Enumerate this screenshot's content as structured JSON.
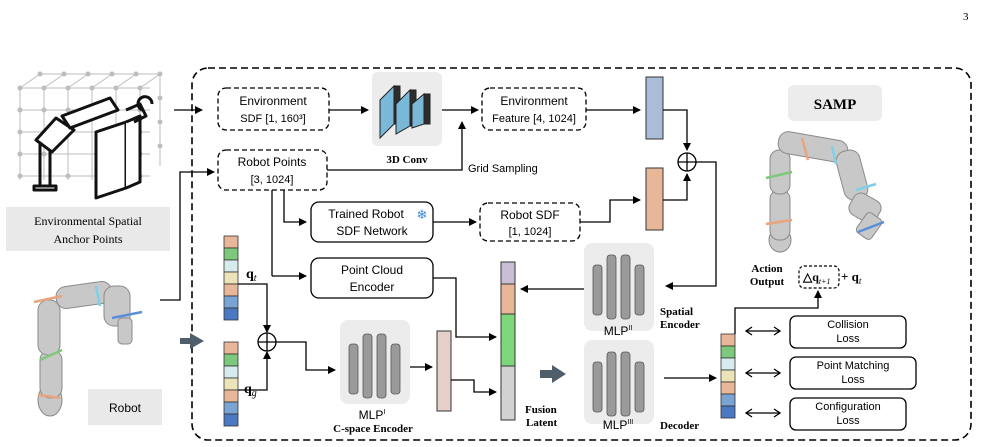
{
  "page_number": "3",
  "left_panel": {
    "anchor_caption_line1": "Environmental Spatial",
    "anchor_caption_line2": "Anchor Points",
    "robot_caption": "Robot"
  },
  "samp_title": "SAMP",
  "nodes": {
    "env_sdf_line1": "Environment",
    "env_sdf_line2": "SDF [1, 160³]",
    "conv3d": "3D Conv",
    "env_feature_line1": "Environment",
    "env_feature_line2": "Feature [4, 1024]",
    "robot_points_line1": "Robot Points",
    "robot_points_line2": "[3, 1024]",
    "grid_sampling": "Grid Sampling",
    "trained_sdf_line1": "Trained Robot",
    "trained_sdf_line2": "SDF Network",
    "robot_sdf_line1": "Robot SDF",
    "robot_sdf_line2": "[1, 1024]",
    "pc_encoder_line1": "Point Cloud",
    "pc_encoder_line2": "Encoder",
    "qt_symbol": "q",
    "qt_sub": "t",
    "qg_symbol": "q",
    "qg_sub": "g",
    "mlp_i": "MLP",
    "mlp_i_sup": "I",
    "cspace_encoder": "C-space Encoder",
    "fusion_line1": "Fusion",
    "fusion_line2": "Latent",
    "mlp_ii": "MLP",
    "mlp_ii_sup": "II",
    "spatial_line1": "Spatial",
    "spatial_line2": "Encoder",
    "mlp_iii": "MLP",
    "mlp_iii_sup": "III",
    "decoder": "Decoder",
    "action_line1": "Action",
    "action_line2": "Output",
    "delta_q": "△q",
    "delta_q_sub": "t+1",
    "plus_qt": "+ q",
    "plus_qt_sub": "t"
  },
  "losses": {
    "collision_line1": "Collision",
    "collision_line2": "Loss",
    "point_matching_line1": "Point Matching",
    "point_matching_line2": "Loss",
    "configuration_line1": "Configuration",
    "configuration_line2": "Loss"
  },
  "colors": {
    "env_feature_bar": "#a9bdd9",
    "robot_feature_bar": "#e8b79a",
    "vector_cells": [
      "#e8b79a",
      "#7dc87a",
      "#d6ecec",
      "#ede3b8",
      "#e8b79a",
      "#7aa4d4",
      "#4a78c2"
    ],
    "fusion_segments": [
      "#c8bfd6",
      "#e8b79a",
      "#7dd67a",
      "#d2d2d2"
    ],
    "conv_blue": "#7ab8d8",
    "mlp_gray": "#9a9a9a",
    "mlp_bg": "#ececec",
    "samp_bg": "#ececec",
    "arrow_dark": "#4f5e6b",
    "snowflake": "#3a8ad8"
  }
}
